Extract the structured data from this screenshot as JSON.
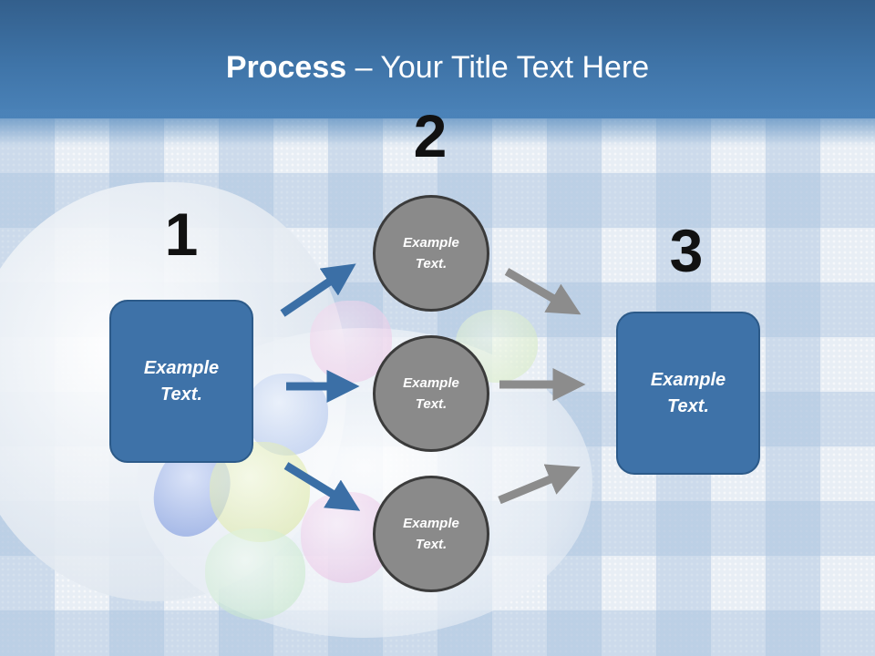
{
  "title": {
    "bold": "Process",
    "rest": " – Your Title Text Here"
  },
  "steps": {
    "one": {
      "number": "1",
      "box_text": "Example\nText."
    },
    "two": {
      "number": "2",
      "circles": [
        {
          "text": "Example\nText."
        },
        {
          "text": "Example\nText."
        },
        {
          "text": "Example\nText."
        }
      ]
    },
    "three": {
      "number": "3",
      "box_text": "Example\nText."
    }
  },
  "colors": {
    "header_blue": "#3f74a8",
    "box_blue": "#3e72a8",
    "circle_gray": "#8a8a8a",
    "arrow_blue": "#3b6fa6",
    "arrow_gray": "#8c8c8c"
  }
}
